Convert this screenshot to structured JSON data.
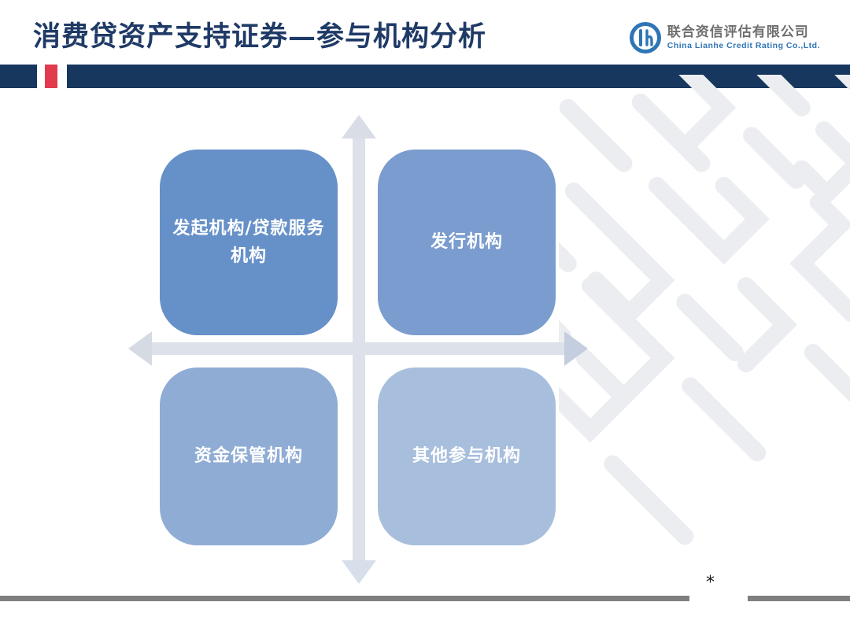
{
  "slide": {
    "title": "消费贷资产支持证券—参与机构分析",
    "footnote": "*"
  },
  "logo": {
    "icon": "lianhe-circle-lh-icon",
    "name_cn": "联合资信评估有限公司",
    "name_en": "China Lianhe Credit Rating Co.,Ltd."
  },
  "diagram": {
    "type": "quadrant-matrix",
    "axes": "cross-arrows-four-directions",
    "quadrants": [
      {
        "position": "top-left",
        "label": "发起机构/贷款服务机构",
        "color": "#6690C8"
      },
      {
        "position": "top-right",
        "label": "发行机构",
        "color": "#7A9CCE"
      },
      {
        "position": "bottom-left",
        "label": "资金保管机构",
        "color": "#8FACD4"
      },
      {
        "position": "bottom-right",
        "label": "其他参与机构",
        "color": "#A7BEDC"
      }
    ]
  },
  "colors": {
    "title_text": "#1F3A66",
    "header_bar_navy": "#17375E",
    "header_accent_red": "#E23B4E",
    "arrow_shaft": "#DDE1E9",
    "footer_line_gray": "#7F7F7F",
    "watermark_gray": "#ECEDF0",
    "logo_blue": "#2E75B6"
  }
}
